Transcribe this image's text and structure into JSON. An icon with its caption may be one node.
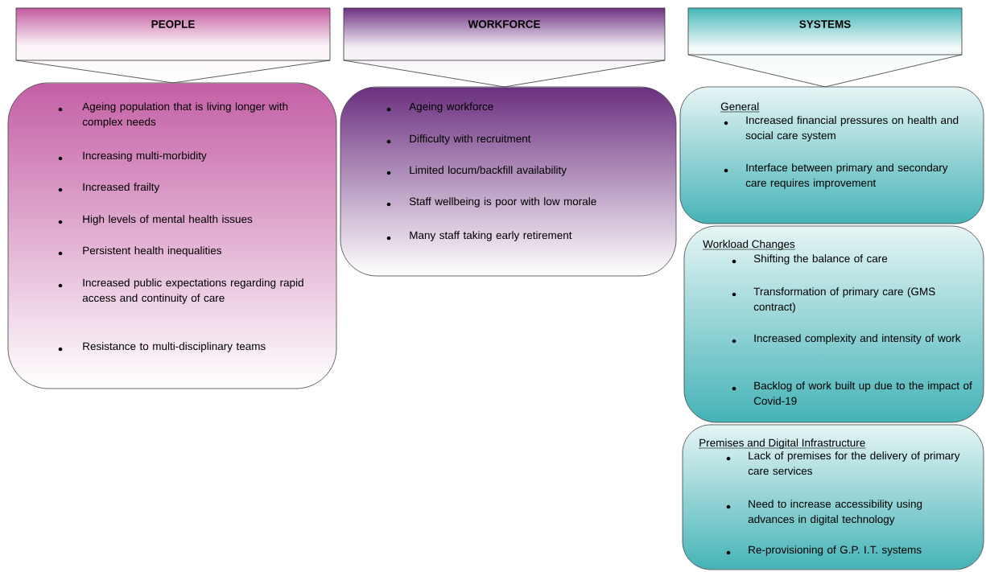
{
  "diagram": {
    "nodes": [
      {
        "text": [
          "PEOPLE"
        ]
      },
      {
        "text": [
          "Ageing population that is living longer with complex needs",
          "Increasing multi-morbidity",
          "Increased frailty",
          "High levels of mental health issues",
          "Persistent health inequalities",
          "Increased public expectations regarding rapid access and continuity of care",
          "Resistance to multi-disciplinary teams"
        ]
      },
      {
        "text": [
          "WORKFORCE"
        ]
      },
      {
        "text": [
          "Ageing workforce",
          "Difficulty with recruitment",
          "Limited locum/backfill availability",
          "Staff wellbeing is poor with low morale",
          "Many staff taking early retirement"
        ]
      },
      {
        "text": [
          "SYSTEMS"
        ]
      },
      {
        "text": [
          "General",
          "Increased financial pressures on health and social care system",
          "Interface between primary and secondary care requires improvement"
        ]
      },
      {
        "text": [
          "Workload Changes",
          "Shifting the balance of care",
          "Transformation of primary care (GMS contract)",
          "Increased complexity and intensity of work",
          "Backlog of work built up due to the impact of Covid-19"
        ]
      },
      {
        "text": [
          "Premises and Digital Infrastructure",
          "Lack of premises for the delivery of primary care services",
          "Need to increase accessibility using advances in digital technology",
          "Re-provisioning of G.P. I.T. systems"
        ]
      }
    ]
  }
}
